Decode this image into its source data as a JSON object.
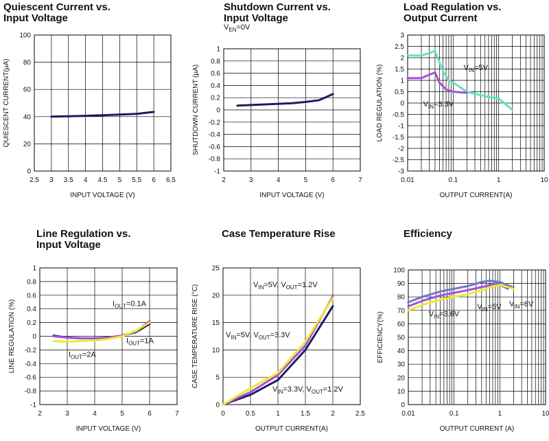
{
  "chart_data": [
    {
      "type": "line",
      "title": "Quiescent Current vs. Input Voltage",
      "title_lines": [
        "Quiescent Current vs.",
        "Input Voltage"
      ],
      "xlabel": "INPUT VOLTAGE (V)",
      "ylabel": "QUIESCENT CURRENT(µA)",
      "xlim": [
        2.5,
        6.5
      ],
      "ylim": [
        0,
        100
      ],
      "x_ticks": [
        2.5,
        3,
        3.5,
        4,
        4.5,
        5,
        5.5,
        6,
        6.5
      ],
      "y_ticks": [
        0,
        20,
        40,
        60,
        80,
        100
      ],
      "x_scale": "linear",
      "grid": true,
      "series": [
        {
          "color": "#1c1c60",
          "x": [
            3,
            3.5,
            4,
            4.5,
            5,
            5.5,
            6
          ],
          "y": [
            40,
            40.3,
            40.6,
            41,
            41.5,
            42,
            43.5
          ]
        }
      ],
      "annotations": []
    },
    {
      "type": "line",
      "title": "Shutdown Current vs. Input Voltage",
      "title_lines": [
        "Shutdown Current vs.",
        "Input Voltage"
      ],
      "subtitle": "VEN=0V",
      "xlabel": "INPUT VOLTAGE (V)",
      "ylabel": "SHUTDOWN CURRENT (µA)",
      "xlim": [
        2,
        7
      ],
      "ylim": [
        -1,
        1
      ],
      "x_ticks": [
        2,
        3,
        4,
        5,
        6,
        7
      ],
      "y_ticks": [
        -1,
        -0.8,
        -0.6,
        -0.4,
        -0.2,
        0,
        0.2,
        0.4,
        0.6,
        0.8,
        1
      ],
      "x_scale": "linear",
      "grid": true,
      "series": [
        {
          "color": "#1c1c60",
          "x": [
            2.5,
            3,
            3.5,
            4,
            4.5,
            5,
            5.5,
            6
          ],
          "y": [
            0.07,
            0.08,
            0.09,
            0.1,
            0.11,
            0.13,
            0.16,
            0.26
          ]
        }
      ],
      "annotations": []
    },
    {
      "type": "line",
      "title": "Load Regulation vs. Output Current",
      "title_lines": [
        "Load Regulation vs.",
        "Output Current"
      ],
      "xlabel": "OUTPUT CURRENT(A)",
      "ylabel": "LOAD REGULATION (%)",
      "xlim": [
        0.01,
        10
      ],
      "ylim": [
        -3,
        3
      ],
      "x_ticks": [
        0.01,
        0.1,
        1,
        10
      ],
      "y_ticks": [
        -3,
        -2.5,
        -2,
        -1.5,
        -1,
        -0.5,
        0,
        0.5,
        1,
        1.5,
        2,
        2.5,
        3
      ],
      "x_scale": "log",
      "grid": true,
      "series": [
        {
          "color": "#66e0c0",
          "x": [
            0.01,
            0.02,
            0.03,
            0.04,
            0.05,
            0.06,
            0.08,
            0.1,
            0.2,
            0.5,
            1,
            2
          ],
          "y": [
            2.1,
            2.1,
            2.2,
            2.3,
            1.8,
            1.4,
            1.0,
            0.9,
            0.5,
            0.3,
            0.2,
            -0.3
          ]
        },
        {
          "color": "#a64ed8",
          "x": [
            0.01,
            0.02,
            0.03,
            0.04,
            0.05,
            0.07,
            0.1,
            0.2
          ],
          "y": [
            1.1,
            1.1,
            1.25,
            1.35,
            0.9,
            0.6,
            0.5,
            0.45
          ]
        }
      ],
      "annotations": [
        {
          "parts": [
            [
              "t",
              "V"
            ],
            [
              "s",
              "IN"
            ],
            [
              "t",
              "=5V"
            ]
          ],
          "x": 0.17,
          "y": 1.45
        },
        {
          "parts": [
            [
              "t",
              "V"
            ],
            [
              "s",
              "IN"
            ],
            [
              "t",
              "=3.3V"
            ]
          ],
          "x": 0.022,
          "y": -0.15
        }
      ]
    },
    {
      "type": "line",
      "title": "Line Regulation vs. Input Voltage",
      "title_lines": [
        "Line Regulation vs.",
        "Input Voltage"
      ],
      "xlabel": "INPUT VOLTAGE (V)",
      "ylabel": "LINE REGULATION (%)",
      "xlim": [
        2,
        7
      ],
      "ylim": [
        -1,
        1
      ],
      "x_ticks": [
        2,
        3,
        4,
        5,
        6,
        7
      ],
      "y_ticks": [
        -1,
        -0.8,
        -0.6,
        -0.4,
        -0.2,
        0,
        0.2,
        0.4,
        0.6,
        0.8,
        1
      ],
      "x_scale": "linear",
      "grid": true,
      "series": [
        {
          "color": "#1c1c60",
          "x": [
            2.5,
            3,
            3.5,
            4,
            4.5,
            5,
            5.5,
            6
          ],
          "y": [
            0.01,
            -0.02,
            -0.03,
            -0.03,
            -0.02,
            0.01,
            0.06,
            0.18
          ]
        },
        {
          "color": "#a64ed8",
          "x": [
            2.5,
            3,
            3.5,
            4,
            4.5,
            5,
            5.5,
            6
          ],
          "y": [
            0.0,
            -0.02,
            -0.03,
            -0.03,
            -0.02,
            0.01,
            0.07,
            0.22
          ]
        },
        {
          "color": "#eaea30",
          "x": [
            2.5,
            3,
            3.5,
            4,
            4.5,
            5,
            5.5,
            6
          ],
          "y": [
            -0.07,
            -0.08,
            -0.07,
            -0.06,
            -0.04,
            0.0,
            0.08,
            0.2
          ]
        }
      ],
      "annotations": [
        {
          "parts": [
            [
              "t",
              "I"
            ],
            [
              "s",
              "OUT"
            ],
            [
              "t",
              "=0.1A"
            ]
          ],
          "x": 4.65,
          "y": 0.44
        },
        {
          "parts": [
            [
              "t",
              "I"
            ],
            [
              "s",
              "OUT"
            ],
            [
              "t",
              "=1A"
            ]
          ],
          "x": 5.15,
          "y": -0.1
        },
        {
          "parts": [
            [
              "t",
              "I"
            ],
            [
              "s",
              "OUT"
            ],
            [
              "t",
              "=2A"
            ]
          ],
          "x": 3.05,
          "y": -0.3
        }
      ]
    },
    {
      "type": "line",
      "title": "Case Temperature Rise",
      "title_lines": [
        "Case Temperature Rise"
      ],
      "xlabel": "OUTPUT CURRENT(A)",
      "ylabel": "CASE TEMPERATURE RISE (°C)",
      "xlim": [
        0,
        2.5
      ],
      "ylim": [
        0,
        25
      ],
      "x_ticks": [
        0,
        0.5,
        1,
        1.5,
        2,
        2.5
      ],
      "y_ticks": [
        0,
        5,
        10,
        15,
        20,
        25
      ],
      "x_scale": "linear",
      "grid": true,
      "series": [
        {
          "color": "#1c1c60",
          "x": [
            0,
            0.5,
            1,
            1.5,
            2
          ],
          "y": [
            0,
            1.8,
            4.5,
            10,
            18
          ]
        },
        {
          "color": "#a64ed8",
          "x": [
            0,
            0.5,
            1,
            1.5,
            2
          ],
          "y": [
            0,
            2.3,
            5.4,
            10.8,
            19.8
          ]
        },
        {
          "color": "#eaea30",
          "x": [
            0,
            0.5,
            1,
            1.5,
            2
          ],
          "y": [
            0,
            3,
            5.8,
            11.5,
            19.5
          ]
        }
      ],
      "annotations": [
        {
          "parts": [
            [
              "t",
              "V"
            ],
            [
              "s",
              "IN"
            ],
            [
              "t",
              "=5V, V"
            ],
            [
              "s",
              "OUT"
            ],
            [
              "t",
              "=1.2V"
            ]
          ],
          "x": 0.55,
          "y": 21.5
        },
        {
          "parts": [
            [
              "t",
              "V"
            ],
            [
              "s",
              "IN"
            ],
            [
              "t",
              "=5V, V"
            ],
            [
              "s",
              "OUT"
            ],
            [
              "t",
              "=3.3V"
            ]
          ],
          "x": 0.05,
          "y": 12.3
        },
        {
          "parts": [
            [
              "t",
              "V"
            ],
            [
              "s",
              "IN"
            ],
            [
              "t",
              "=3.3V, V"
            ],
            [
              "s",
              "OUT"
            ],
            [
              "t",
              "=1.2V"
            ]
          ],
          "x": 0.9,
          "y": 2.4
        }
      ]
    },
    {
      "type": "line",
      "title": "Efficiency",
      "title_lines": [
        "Efficiency"
      ],
      "xlabel": "OUTPUT CURRENT (A)",
      "ylabel": "EFFICIENCY(%)",
      "xlim": [
        0.01,
        10
      ],
      "ylim": [
        0,
        100
      ],
      "x_ticks": [
        0.01,
        0.1,
        1,
        10
      ],
      "y_ticks": [
        0,
        10,
        20,
        30,
        40,
        50,
        60,
        70,
        80,
        90,
        100
      ],
      "x_scale": "log",
      "grid": true,
      "series": [
        {
          "color": "#6a78c8",
          "x": [
            0.01,
            0.02,
            0.05,
            0.1,
            0.2,
            0.4,
            0.6,
            1,
            2
          ],
          "y": [
            76,
            80,
            84,
            86,
            88,
            91,
            92,
            91,
            87
          ]
        },
        {
          "color": "#a64ed8",
          "x": [
            0.01,
            0.02,
            0.05,
            0.1,
            0.2,
            0.5,
            0.8,
            1,
            1.5
          ],
          "y": [
            73,
            77,
            81,
            83,
            85,
            88,
            90,
            89,
            86
          ]
        },
        {
          "color": "#eaea30",
          "x": [
            0.01,
            0.02,
            0.05,
            0.1,
            0.2,
            0.5,
            1,
            2
          ],
          "y": [
            70,
            74,
            78,
            80,
            82,
            86,
            89,
            86
          ]
        }
      ],
      "annotations": [
        {
          "parts": [
            [
              "t",
              "V"
            ],
            [
              "s",
              "IN"
            ],
            [
              "t",
              "=3.6V"
            ]
          ],
          "x": 0.028,
          "y": 65.5
        },
        {
          "parts": [
            [
              "t",
              "V"
            ],
            [
              "s",
              "IN"
            ],
            [
              "t",
              "=5V"
            ]
          ],
          "x": 0.32,
          "y": 71
        },
        {
          "parts": [
            [
              "t",
              "V"
            ],
            [
              "s",
              "IN"
            ],
            [
              "t",
              "=6V"
            ]
          ],
          "x": 1.6,
          "y": 73
        }
      ]
    }
  ]
}
